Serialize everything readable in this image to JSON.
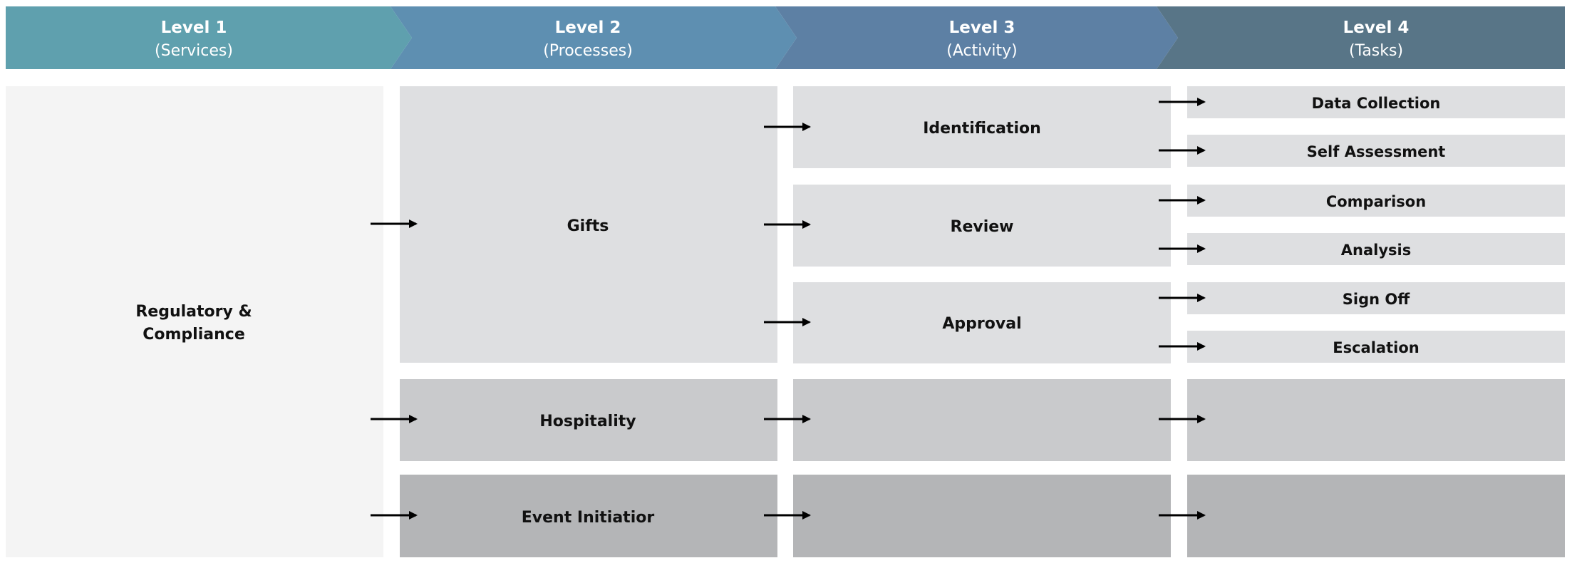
{
  "header": {
    "levels": [
      {
        "title": "Level 1",
        "subtitle": "(Services)"
      },
      {
        "title": "Level 2",
        "subtitle": "(Processes)"
      },
      {
        "title": "Level 3",
        "subtitle": "(Activity)"
      },
      {
        "title": "Level 4",
        "subtitle": "(Tasks)"
      }
    ]
  },
  "level1": {
    "service": "Regulatory & Compliance",
    "service_line1": "Regulatory &",
    "service_line2": "Compliance"
  },
  "level2": {
    "processes": [
      "Gifts",
      "Hospitality",
      "Event Initiatior"
    ]
  },
  "level3": {
    "activities": [
      "Identification",
      "Review",
      "Approval"
    ]
  },
  "level4": {
    "tasks": [
      "Data Collection",
      "Self Assessment",
      "Comparison",
      "Analysis",
      "Sign Off",
      "Escalation"
    ]
  },
  "colors": {
    "header_1": "#5fa0ae",
    "header_2": "#5e8fb1",
    "header_3": "#5d80a4",
    "header_4": "#587587",
    "level1_bg": "#f4f4f4",
    "row_light": "#dedfe1",
    "row_mid": "#c9cacc",
    "row_dark": "#b4b5b7",
    "arrow": "#000000"
  }
}
